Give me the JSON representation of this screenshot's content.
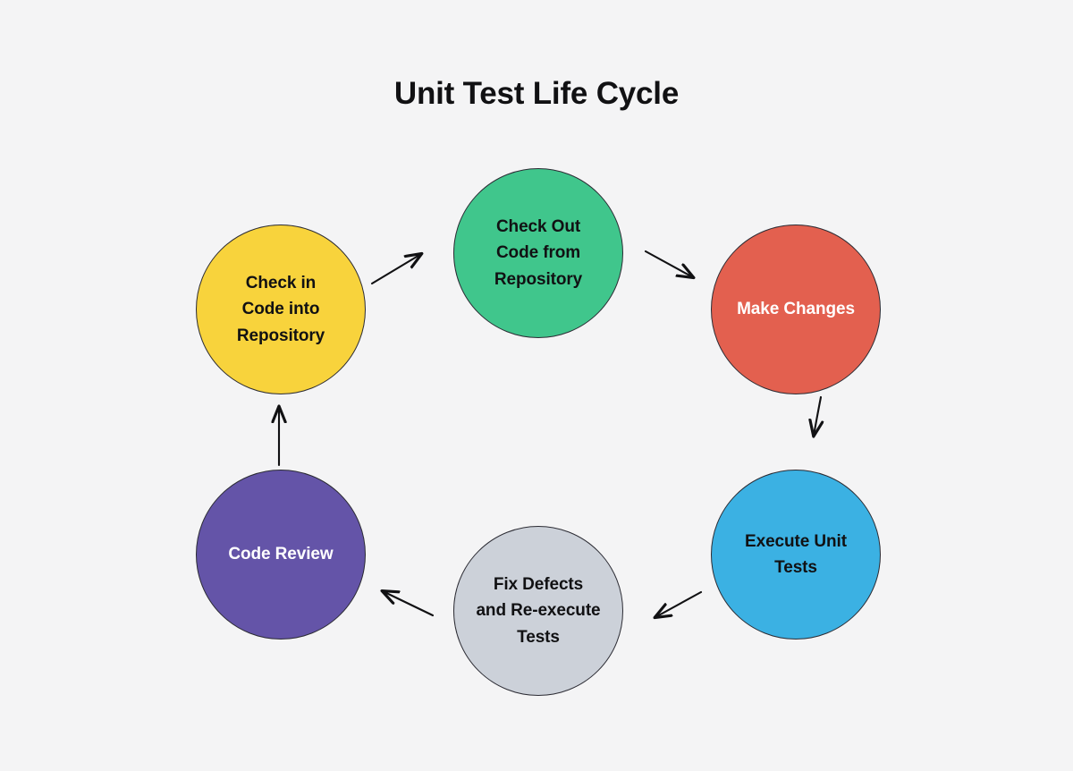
{
  "title": "Unit Test Life Cycle",
  "background_color": "#f4f4f5",
  "chart_data": {
    "type": "diagram",
    "diagram_kind": "cycle-flowchart",
    "title": "Unit Test Life Cycle",
    "node_shape": "circle",
    "direction": "clockwise",
    "nodes": [
      {
        "id": "check-in-code",
        "label": "Check in\nCode into\nRepository",
        "color": "#f8d33c",
        "text_color": "#111113",
        "order": 1,
        "position": "top-left"
      },
      {
        "id": "check-out-code",
        "label": "Check Out\nCode from\nRepository",
        "color": "#40c68c",
        "text_color": "#111113",
        "order": 2,
        "position": "top-center"
      },
      {
        "id": "make-changes",
        "label": "Make Changes",
        "color": "#e3604f",
        "text_color": "#ffffff",
        "order": 3,
        "position": "top-right"
      },
      {
        "id": "execute-unit-tests",
        "label": "Execute Unit\nTests",
        "color": "#3bb1e3",
        "text_color": "#111113",
        "order": 4,
        "position": "bottom-right"
      },
      {
        "id": "fix-defects",
        "label": "Fix Defects\nand Re-execute\nTests",
        "color": "#ccd1d9",
        "text_color": "#111113",
        "order": 5,
        "position": "bottom-center"
      },
      {
        "id": "code-review",
        "label": "Code Review",
        "color": "#6454a8",
        "text_color": "#ffffff",
        "order": 6,
        "position": "bottom-left"
      }
    ],
    "edges": [
      {
        "from": "check-in-code",
        "to": "check-out-code",
        "style": "arrow",
        "color": "#111113"
      },
      {
        "from": "check-out-code",
        "to": "make-changes",
        "style": "arrow",
        "color": "#111113"
      },
      {
        "from": "make-changes",
        "to": "execute-unit-tests",
        "style": "arrow",
        "color": "#111113"
      },
      {
        "from": "execute-unit-tests",
        "to": "fix-defects",
        "style": "arrow",
        "color": "#111113"
      },
      {
        "from": "fix-defects",
        "to": "code-review",
        "style": "arrow",
        "color": "#111113"
      },
      {
        "from": "code-review",
        "to": "check-in-code",
        "style": "arrow",
        "color": "#111113"
      }
    ]
  }
}
